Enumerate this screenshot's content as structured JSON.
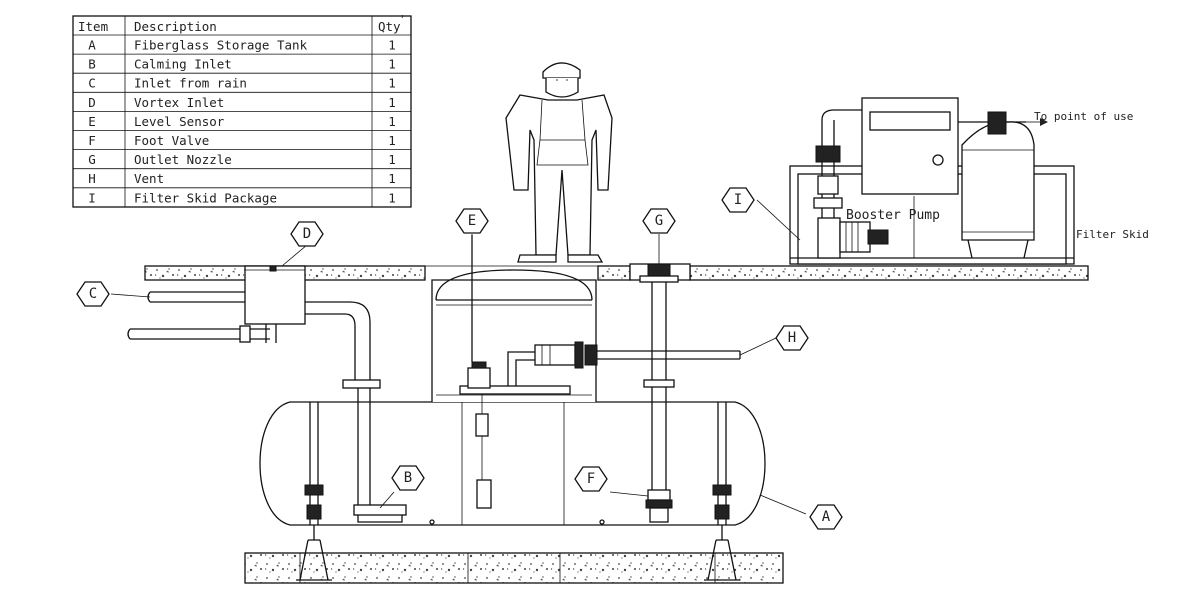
{
  "table": {
    "headers": [
      "Item",
      "Description",
      "Qty"
    ],
    "header_qty_mark": "'",
    "rows": [
      {
        "item": "A",
        "description": "Fiberglass Storage Tank",
        "qty": "1"
      },
      {
        "item": "B",
        "description": "Calming Inlet",
        "qty": "1"
      },
      {
        "item": "C",
        "description": "Inlet from rain",
        "qty": "1"
      },
      {
        "item": "D",
        "description": "Vortex Inlet",
        "qty": "1"
      },
      {
        "item": "E",
        "description": "Level Sensor",
        "qty": "1"
      },
      {
        "item": "F",
        "description": "Foot Valve",
        "qty": "1"
      },
      {
        "item": "G",
        "description": "Outlet Nozzle",
        "qty": "1"
      },
      {
        "item": "H",
        "description": "Vent",
        "qty": "1"
      },
      {
        "item": "I",
        "description": "Filter Skid Package",
        "qty": "1"
      }
    ]
  },
  "callouts": {
    "A": "A",
    "B": "B",
    "C": "C",
    "D": "D",
    "E": "E",
    "F": "F",
    "G": "G",
    "H": "H",
    "I": "I"
  },
  "labels": {
    "booster_pump": "Booster Pump",
    "filter_skid": "Filter Skid",
    "to_point_of_use": "To point of use"
  }
}
